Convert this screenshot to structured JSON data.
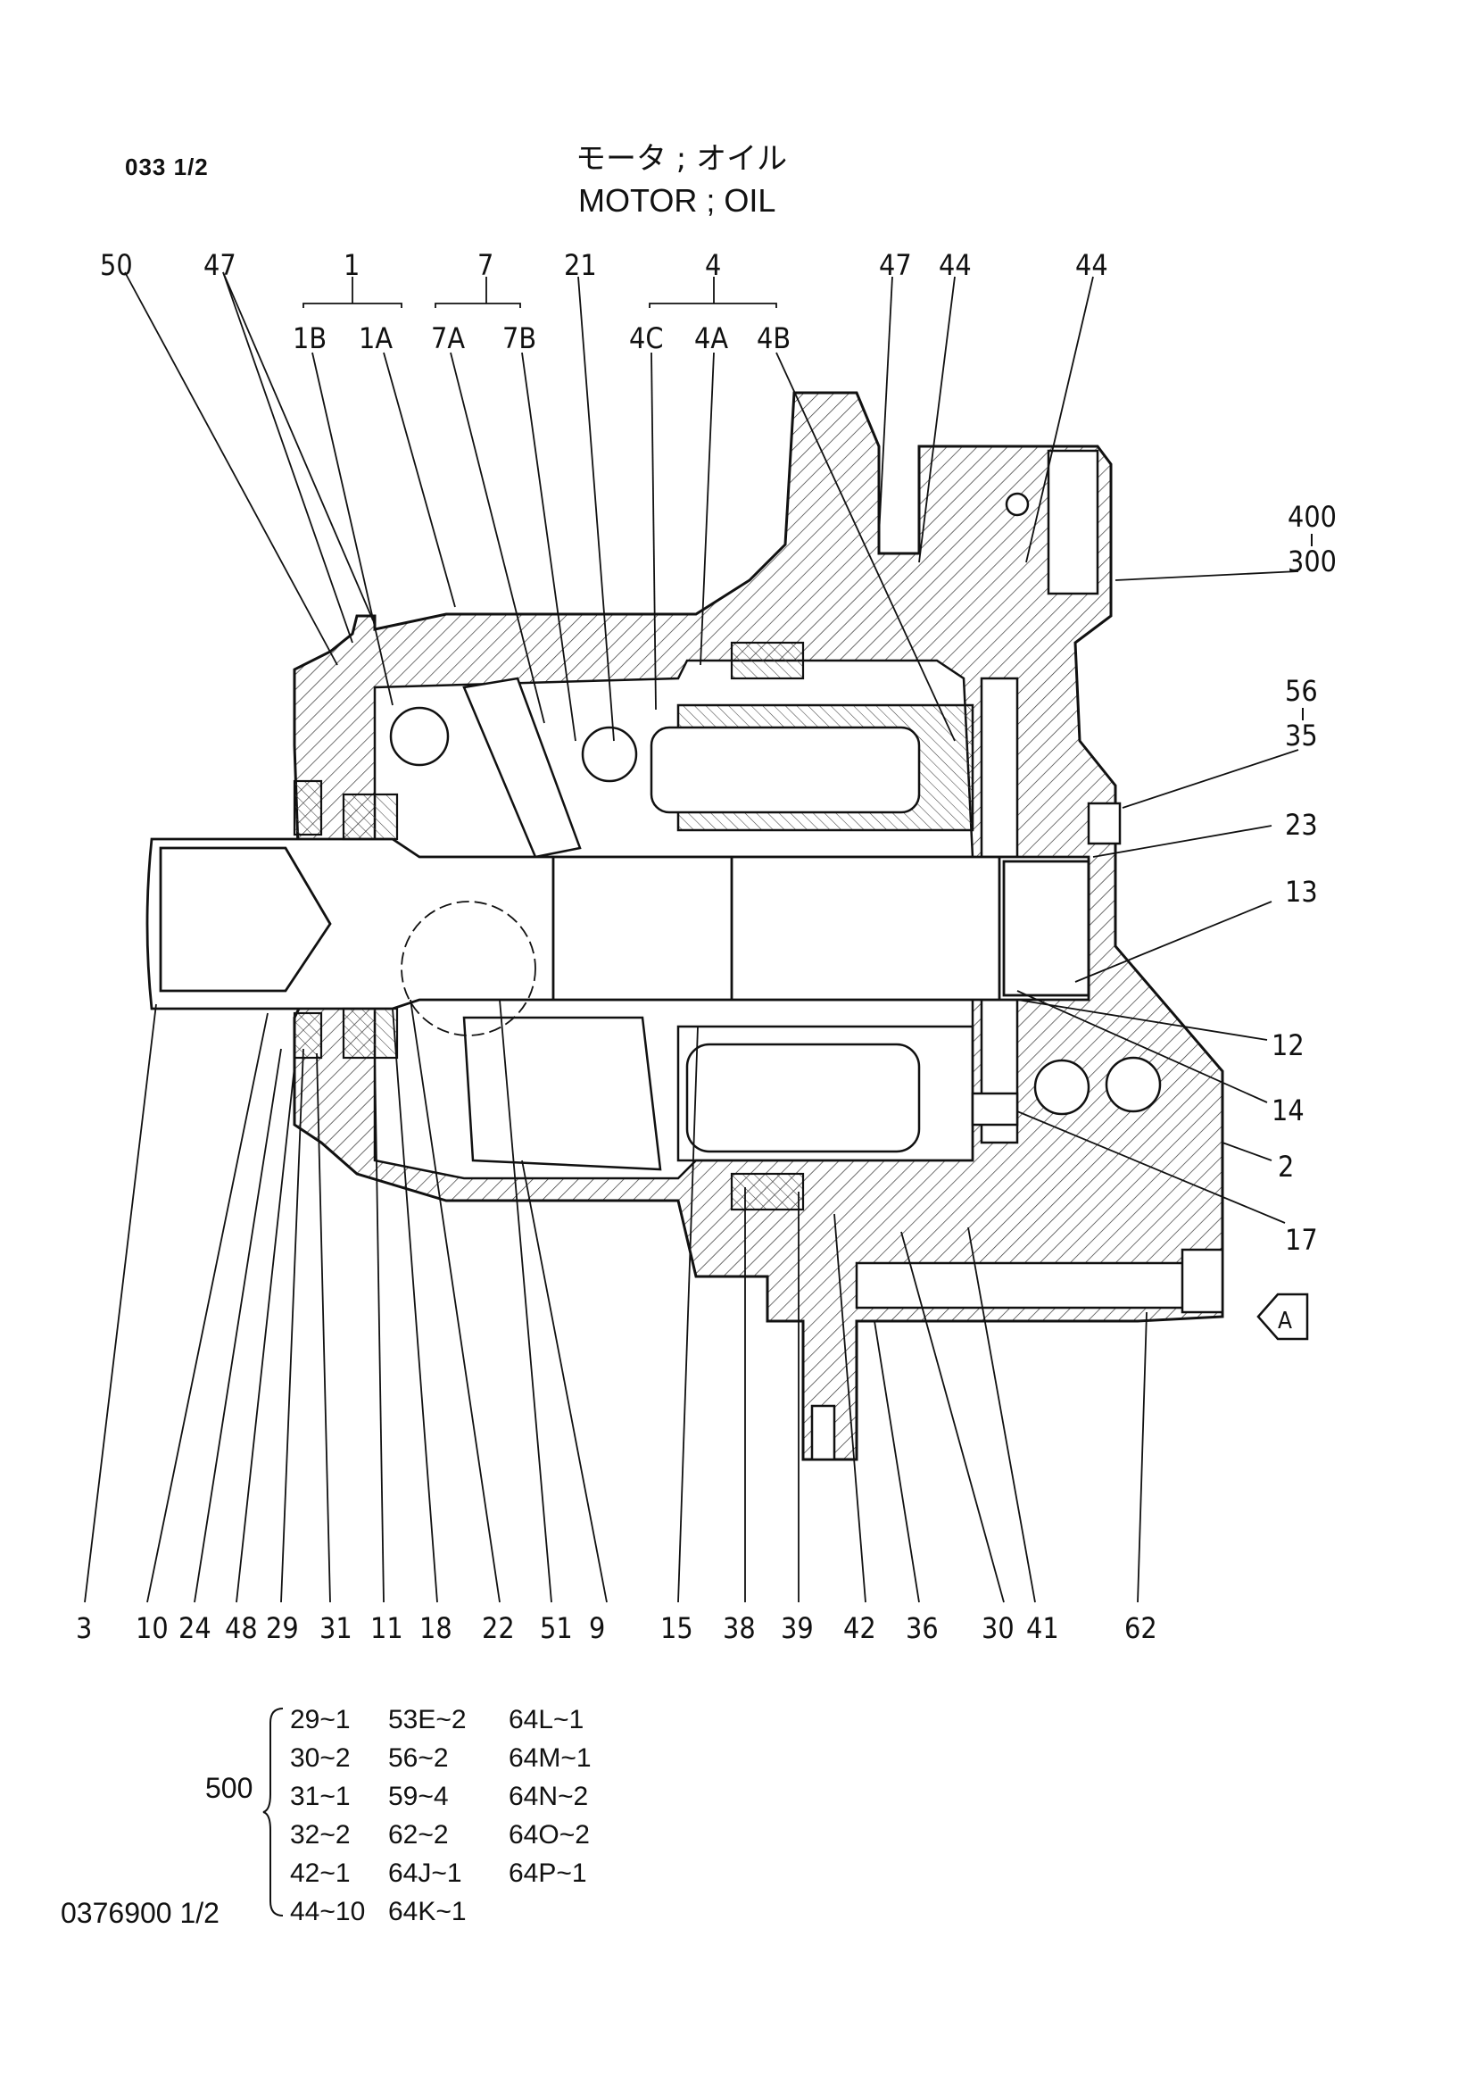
{
  "header": {
    "page_code": "033 1/2",
    "title_jp": "モータ ; オイル",
    "title_en": "MOTOR ; OIL"
  },
  "top_callouts": {
    "c50": "50",
    "c47a": "47",
    "c1": "1",
    "c1B": "1B",
    "c1A": "1A",
    "c7": "7",
    "c7A": "7A",
    "c7B": "7B",
    "c21": "21",
    "c4": "4",
    "c4C": "4C",
    "c4A": "4A",
    "c4B": "4B",
    "c47b": "47",
    "c44a": "44",
    "c44b": "44"
  },
  "right_callouts": {
    "c400": "400",
    "c300": "300",
    "c56": "56",
    "c35": "35",
    "c23": "23",
    "c13": "13",
    "c12": "12",
    "c14": "14",
    "c2": "2",
    "c17": "17",
    "cA": "A"
  },
  "bottom_callouts": [
    "3",
    "10",
    "24",
    "48",
    "29",
    "31",
    "11",
    "18",
    "22",
    "51",
    "9",
    "15",
    "38",
    "39",
    "42",
    "36",
    "30",
    "41",
    "62"
  ],
  "kit": {
    "number": "500",
    "col1": [
      "29~1",
      "30~2",
      "31~1",
      "32~2",
      "42~1",
      "44~10"
    ],
    "col2": [
      "53E~2",
      "56~2",
      "59~4",
      "62~2",
      "64J~1",
      "64K~1"
    ],
    "col3": [
      "64L~1",
      "64M~1",
      "64N~2",
      "64O~2",
      "64P~1"
    ]
  },
  "drawing_number": "0376900 1/2"
}
